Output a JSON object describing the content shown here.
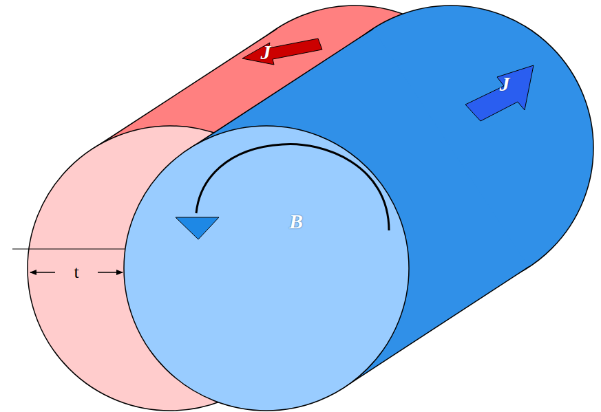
{
  "diagram": {
    "labels": [
      "J",
      "J",
      "B",
      "t"
    ]
  }
}
